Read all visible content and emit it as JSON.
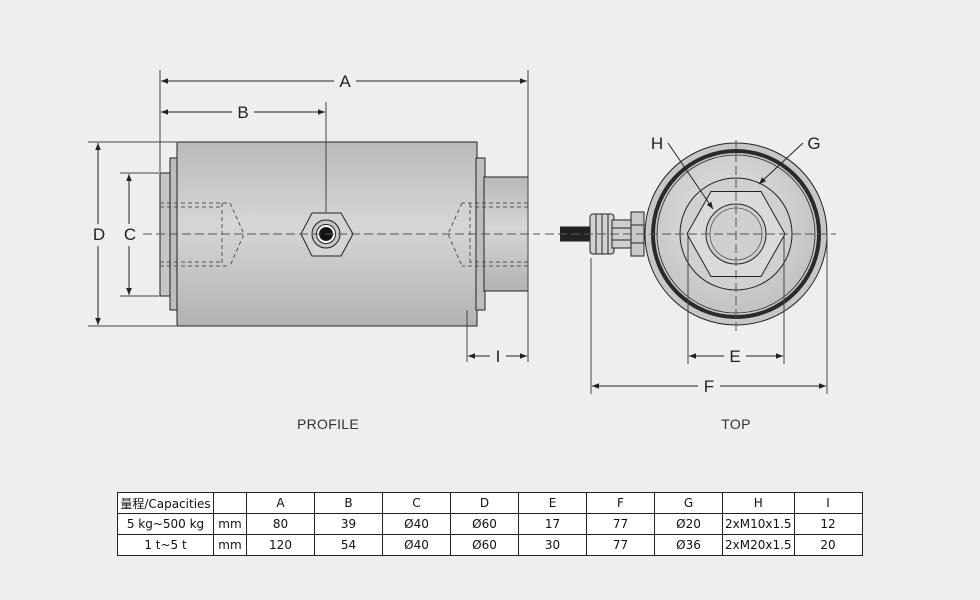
{
  "dimension_labels": {
    "A": "A",
    "B": "B",
    "C": "C",
    "D": "D",
    "E": "E",
    "F": "F",
    "G": "G",
    "H": "H",
    "I": "I"
  },
  "view_labels": {
    "profile": "PROFILE",
    "top": "TOP"
  },
  "colors": {
    "background": "#eeeeee",
    "body_fill": "#c8c8c8",
    "line": "#222222",
    "centerline": "#555555"
  },
  "table": {
    "header": [
      "量程/Capacities",
      "",
      "A",
      "B",
      "C",
      "D",
      "E",
      "F",
      "G",
      "H",
      "I"
    ],
    "rows": [
      [
        "5 kg~500 kg",
        "mm",
        "80",
        "39",
        "Ø40",
        "Ø60",
        "17",
        "77",
        "Ø20",
        "2xM10x1.5",
        "12"
      ],
      [
        "1 t~5 t",
        "mm",
        "120",
        "54",
        "Ø40",
        "Ø60",
        "30",
        "77",
        "Ø36",
        "2xM20x1.5",
        "20"
      ]
    ]
  }
}
